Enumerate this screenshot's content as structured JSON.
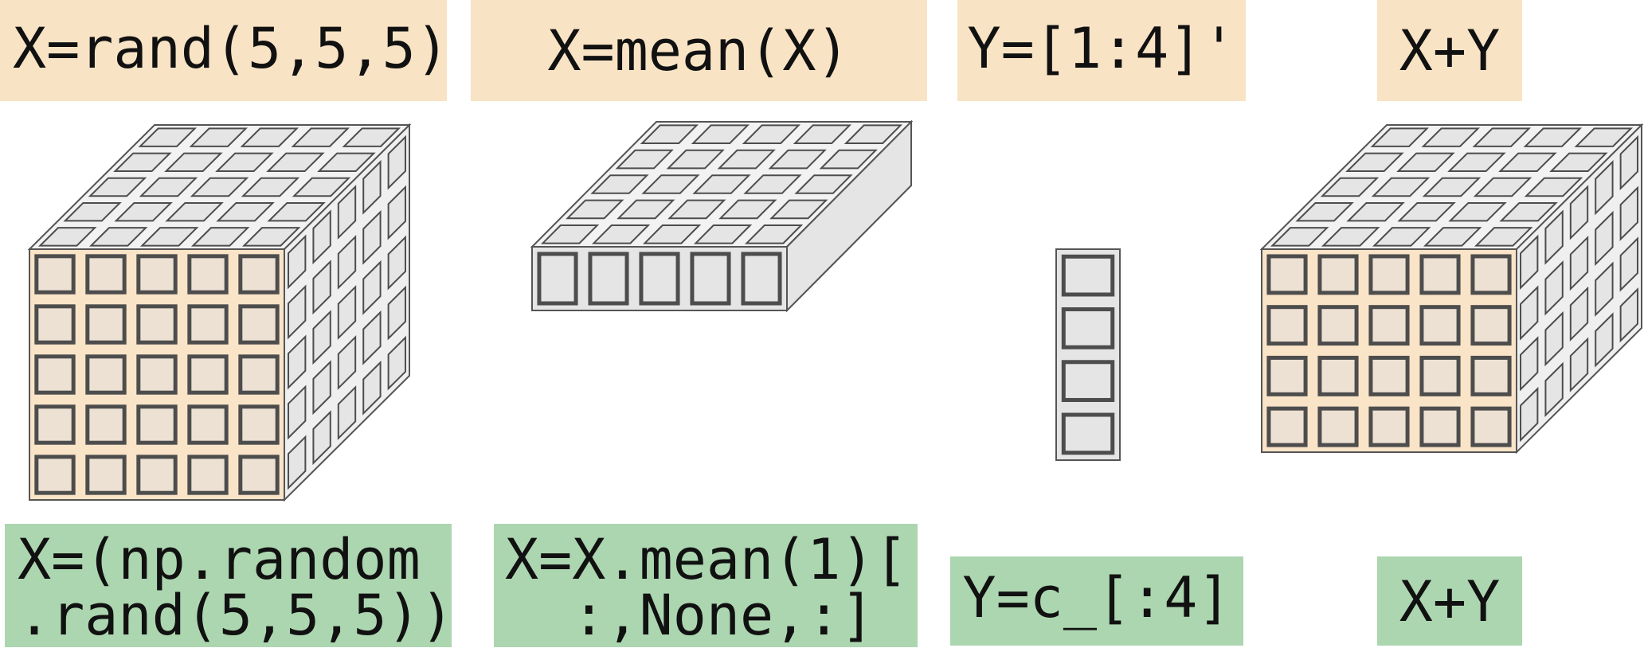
{
  "colors": {
    "matlab_bg": "#f8e3c5",
    "numpy_bg": "#acd6b0",
    "front_face": "#ede1d3",
    "front_face_outer": "#f9e4c8",
    "gray_face": "#e5e5e5",
    "cell_stroke": "#4d4d4d",
    "edge_stroke": "#555555"
  },
  "top_labels": {
    "rand": "X=rand(5,5,5)",
    "mean": "X=mean(X)",
    "column": "Y=[1:4]'",
    "sum": "X+Y"
  },
  "bottom_labels": {
    "rand_line1": "X=(np.random",
    "rand_line2": ".rand(5,5,5))",
    "mean_line1": "X=X.mean(1)[",
    "mean_line2": "  :,None,:]",
    "column": "Y=c_[:4]",
    "sum": "X+Y"
  },
  "shapes": {
    "cube_5x5x5": {
      "rows": 5,
      "cols": 5,
      "depth": 5,
      "front_colored": true
    },
    "slab_1x5x5": {
      "rows": 1,
      "cols": 5,
      "depth": 5,
      "front_colored": false
    },
    "column_4x1": {
      "rows": 4,
      "cols": 1,
      "depth": 0,
      "front_colored": false
    },
    "cube_4x5x5": {
      "rows": 4,
      "cols": 5,
      "depth": 5,
      "front_colored": true
    }
  },
  "icons": [
    "cube-icon",
    "slab-icon",
    "column-vector-icon"
  ]
}
